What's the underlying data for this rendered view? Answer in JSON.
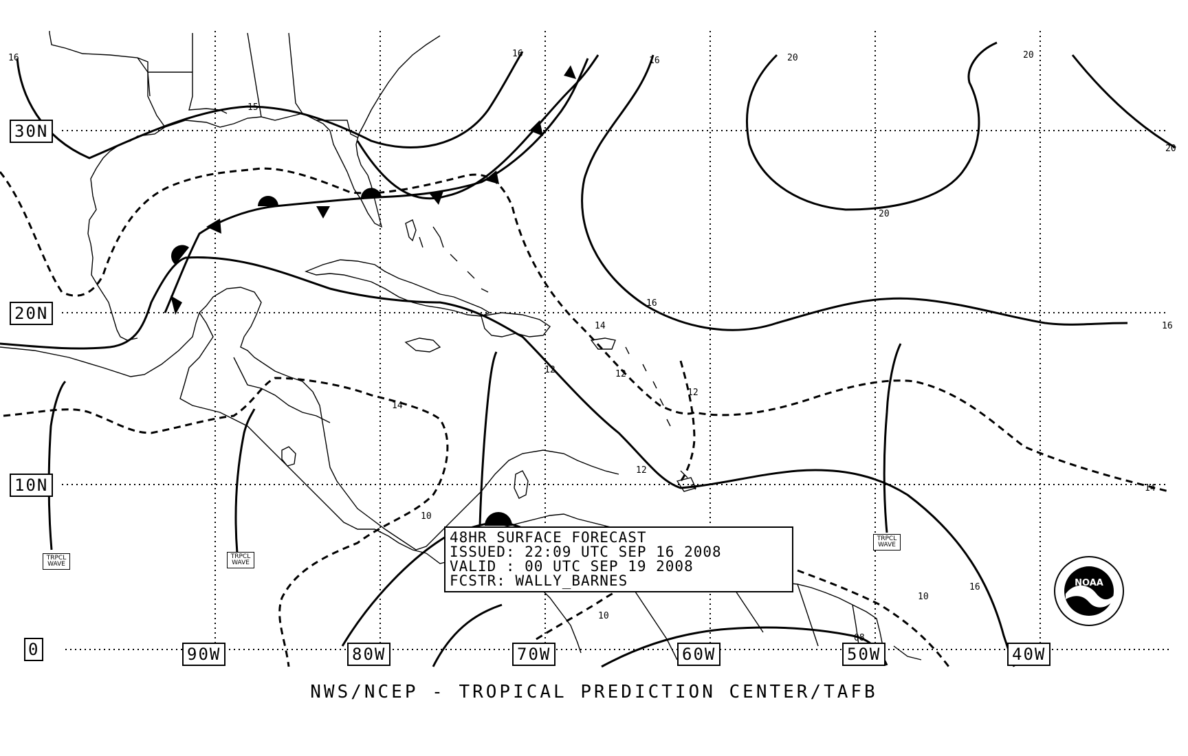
{
  "lat_labels": [
    "30N",
    "20N",
    "10N",
    "0"
  ],
  "lon_labels": [
    "90W",
    "80W",
    "70W",
    "60W",
    "50W",
    "40W"
  ],
  "info_box": {
    "line1": "48HR SURFACE FORECAST",
    "line2": "ISSUED: 22:09 UTC SEP 16 2008",
    "line3": "VALID : 00 UTC SEP 19 2008",
    "line4": "FCSTR: WALLY_BARNES"
  },
  "footer": "NWS/NCEP - TROPICAL PREDICTION CENTER/TAFB",
  "tropical_wave_label": "TRPCL WAVE",
  "isobar_labels": [
    "16",
    "16",
    "15",
    "16",
    "20",
    "20",
    "20",
    "20",
    "16",
    "16",
    "14",
    "12",
    "14",
    "14",
    "12",
    "10",
    "10",
    "10",
    "08",
    "16",
    "12",
    "12"
  ],
  "logo": {
    "name": "NOAA",
    "text": "NOAA"
  }
}
